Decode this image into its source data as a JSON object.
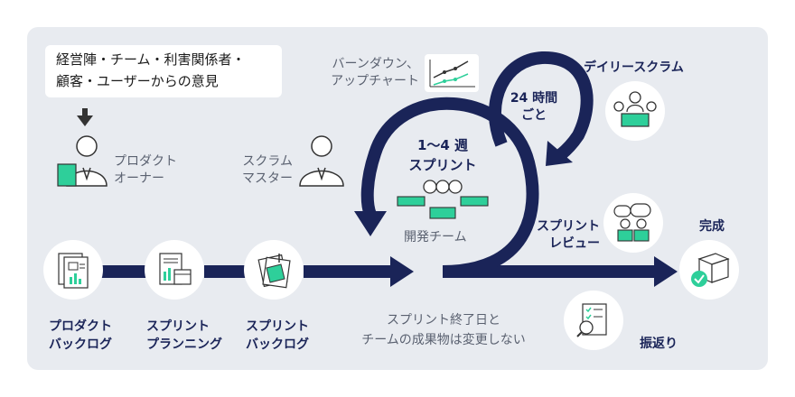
{
  "stakeholder_note": {
    "line1": "経営陣・チーム・利害関係者・",
    "line2": "顧客・ユーザーからの意見"
  },
  "roles": {
    "product_owner": {
      "line1": "プロダクト",
      "line2": "オーナー"
    },
    "scrum_master": {
      "line1": "スクラム",
      "line2": "マスター"
    },
    "dev_team": "開発チーム"
  },
  "burndown": {
    "line1": "バーンダウン、",
    "line2": "アップチャート"
  },
  "daily_scrum": {
    "title": "デイリースクラム",
    "cycle_line1": "24 時間",
    "cycle_line2": "ごと"
  },
  "sprint": {
    "line1": "1〜4 週",
    "line2": "スプリント"
  },
  "sprint_review": {
    "line1": "スプリント",
    "line2": "レビュー"
  },
  "done": "完成",
  "artifacts": {
    "product_backlog": {
      "line1": "プロダクト",
      "line2": "バックログ"
    },
    "sprint_planning": {
      "line1": "スプリント",
      "line2": "プランニング"
    },
    "sprint_backlog": {
      "line1": "スプリント",
      "line2": "バックログ"
    }
  },
  "sprint_end_note": {
    "line1": "スプリント終了日と",
    "line2": "チームの成果物は変更しない"
  },
  "retrospective": "振返り",
  "colors": {
    "navy": "#1a2458",
    "teal": "#2ecf9a",
    "panel": "#e8ebf0"
  }
}
